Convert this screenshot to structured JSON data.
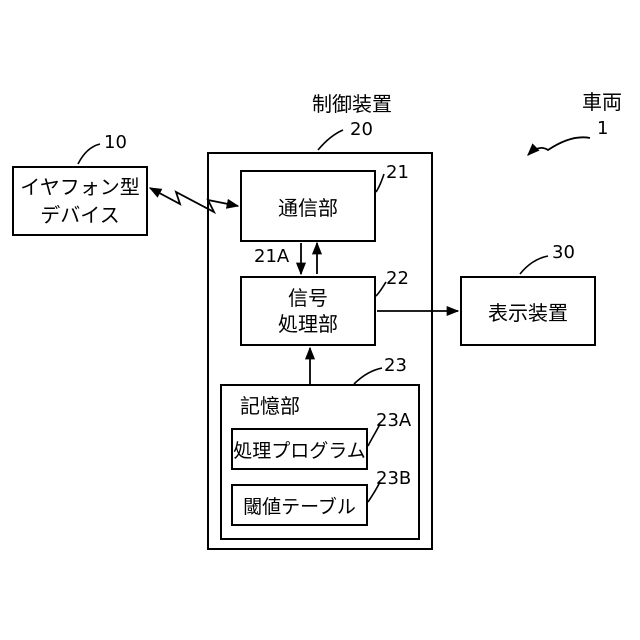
{
  "vehicle": {
    "title": "車両",
    "ref": "1"
  },
  "control_device": {
    "title": "制御装置",
    "ref": "20"
  },
  "earphone_device": {
    "line1": "イヤフォン型",
    "line2": "デバイス",
    "ref": "10"
  },
  "communication_unit": {
    "label": "通信部",
    "ref": "21"
  },
  "signal_link": {
    "ref": "21A"
  },
  "signal_processing_unit": {
    "line1": "信号",
    "line2": "処理部",
    "ref": "22"
  },
  "display_device": {
    "label": "表示装置",
    "ref": "30"
  },
  "storage_unit": {
    "label": "記憶部",
    "ref": "23"
  },
  "processing_program": {
    "label": "処理プログラム",
    "ref": "23A"
  },
  "threshold_table": {
    "label": "閾値テーブル",
    "ref": "23B"
  }
}
